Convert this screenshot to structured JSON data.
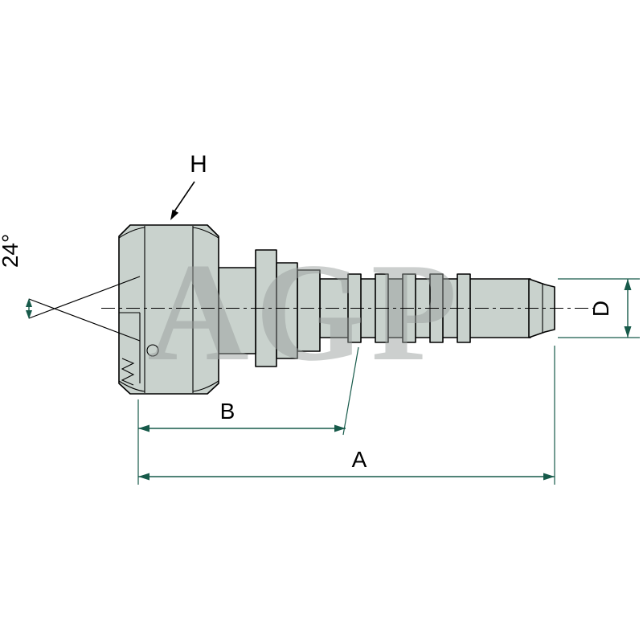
{
  "labels": {
    "cone_angle": "24°",
    "hex": "H",
    "dim_b": "B",
    "dim_a": "A",
    "dim_d": "D"
  },
  "watermark": {
    "text": "AGP"
  },
  "colors": {
    "dimension": "#175a4a",
    "outline": "#000000",
    "fill": "#c9d2cd",
    "watermark": "#9aa09e"
  }
}
